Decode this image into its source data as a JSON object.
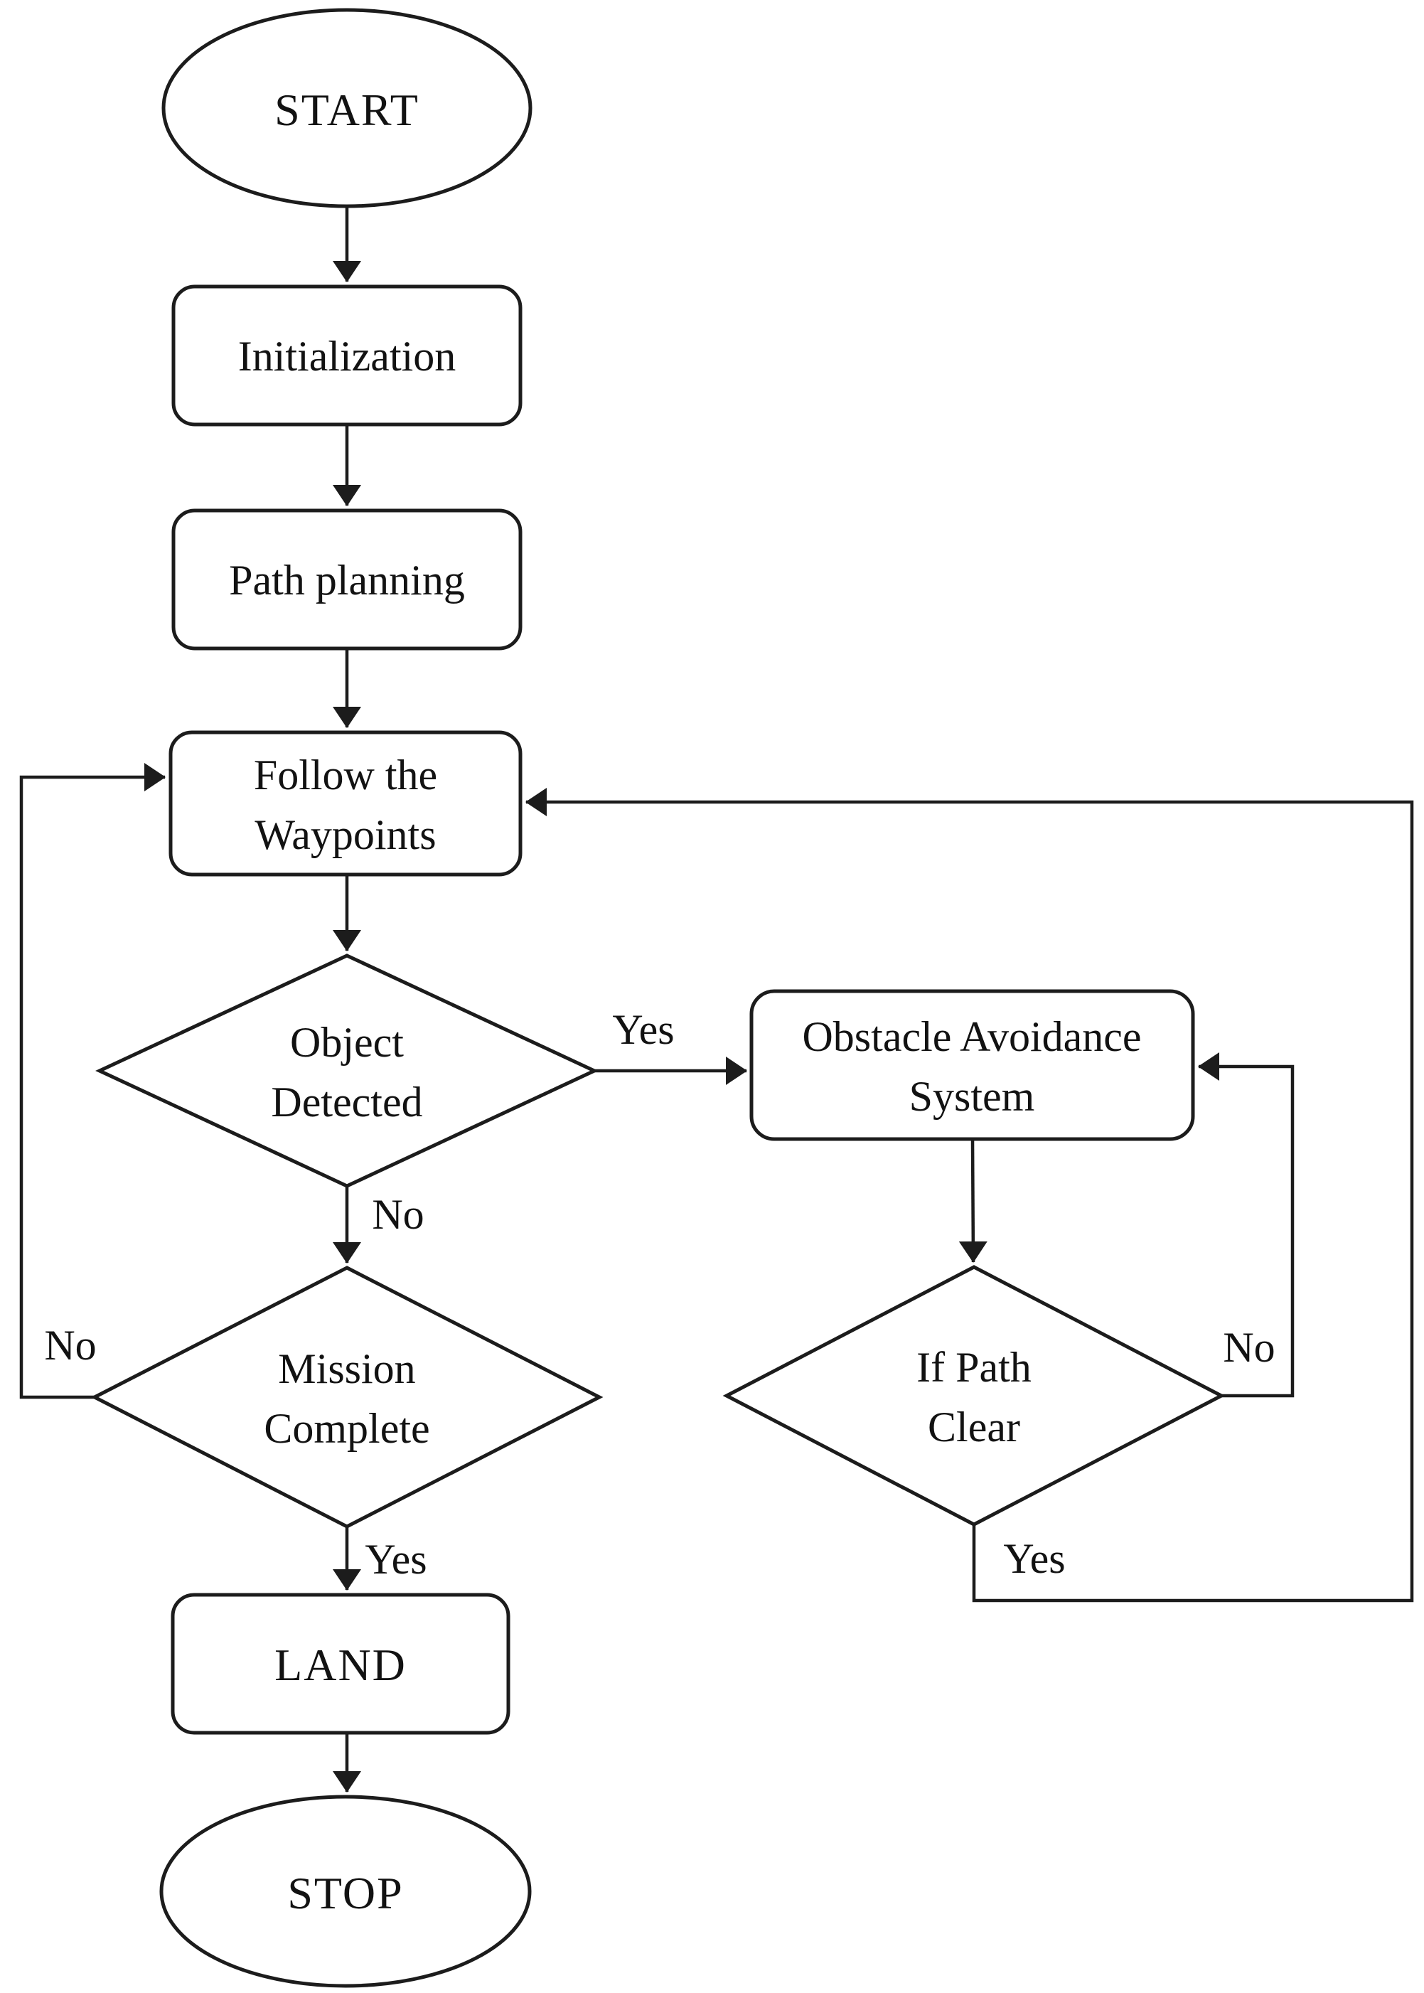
{
  "diagram": {
    "kind": "flowchart",
    "background": "#ffffff",
    "stroke_color": "#1c1c1c",
    "text_color": "#121212",
    "nodes": {
      "start": {
        "type": "terminator",
        "label": "START"
      },
      "initialization": {
        "type": "process",
        "label": "Initialization"
      },
      "path_planning": {
        "type": "process",
        "label": "Path planning"
      },
      "follow_waypoints": {
        "type": "process",
        "line1": "Follow the",
        "line2": "Waypoints"
      },
      "object_detected": {
        "type": "decision",
        "line1": "Object",
        "line2": "Detected"
      },
      "obstacle_avoidance": {
        "type": "process",
        "line1": "Obstacle Avoidance",
        "line2": "System"
      },
      "if_path_clear": {
        "type": "decision",
        "line1": "If Path",
        "line2": "Clear"
      },
      "mission_complete": {
        "type": "decision",
        "line1": "Mission",
        "line2": "Complete"
      },
      "land": {
        "type": "process",
        "label": "LAND"
      },
      "stop": {
        "type": "terminator",
        "label": "STOP"
      }
    },
    "edges": {
      "object_detected_yes": "Yes",
      "object_detected_no": "No",
      "if_path_clear_no": "No",
      "if_path_clear_yes": "Yes",
      "mission_complete_no": "No",
      "mission_complete_yes": "Yes"
    }
  }
}
